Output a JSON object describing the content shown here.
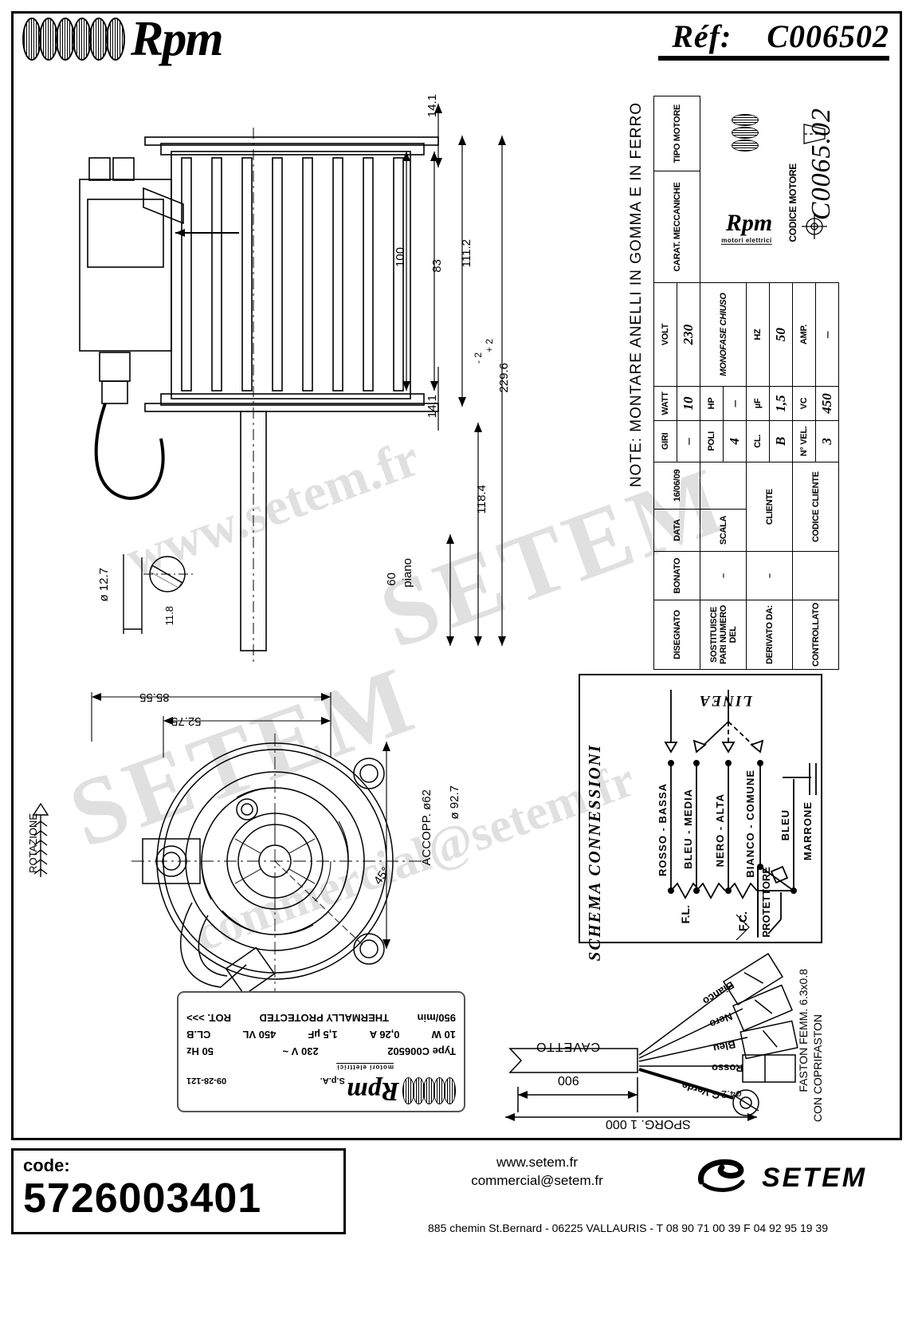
{
  "header": {
    "brand": "Rpm",
    "ref_label": "Réf:",
    "ref_value": "C006502"
  },
  "note": "NOTE: MONTARE ANELLI IN GOMMA E IN FERRO",
  "spec_table": {
    "title_left": "TIPO MOTORE",
    "title_left_sub": "CARAT. MECCANICHE",
    "title_value": "MONOFASE CHIUSO",
    "rows": [
      {
        "l1": "VOLT",
        "v1": "230",
        "l2": "HZ",
        "v2": "50",
        "l3": "AMP.",
        "v3": "–"
      },
      {
        "l1": "WATT",
        "v1": "10",
        "l2": "HP",
        "v2": "–",
        "l3": "µF",
        "v3": "1,5",
        "l4": "VC",
        "v4": "450"
      },
      {
        "l1": "GIRI",
        "v1": "–",
        "l2": "POLI",
        "v2": "4",
        "l3": "CL.",
        "v3": "B",
        "l4": "N° VEL.",
        "v4": "3"
      }
    ],
    "volt": "230",
    "hz": "50",
    "amp": "–",
    "watt": "10",
    "hp": "–",
    "uf": "1,5",
    "vc": "450",
    "giri": "–",
    "poli": "4",
    "cl": "B",
    "nvel": "3",
    "cliente_label": "CLIENTE",
    "codice_cliente_label": "CODICE CLIENTE",
    "codice_motore_label": "CODICE MOTORE",
    "codice_motore_value": "C0065.02",
    "brand_block": {
      "name": "Rpm",
      "sub": "motori elettrici"
    },
    "derivato_label": "DERIVATO DA:",
    "derivato_value": "–",
    "sostituisce_label": "SOSTITUISCE PARI NUMERO DEL",
    "sostituisce_value": "–",
    "data_label": "DATA",
    "data_value": "16/06/09",
    "scala_label": "SCALA",
    "scala_value": "",
    "disegnato_label": "DISEGNATO",
    "disegnato_value": "BONATO",
    "controllato_label": "CONTROLLATO",
    "controllato_value": ""
  },
  "dimensions": {
    "d_14_1_top": "14.1",
    "d_100": "100",
    "d_83": "83",
    "d_111_2": "111.2",
    "d_14_1_bot": "14.1",
    "d_229_6": "229.6",
    "tol_plus": "+ 2",
    "tol_minus": "- 2",
    "d_118_4": "118.4",
    "d_60": "60",
    "piano": "piano",
    "d_12_7": "ø 12.7",
    "d_11_8": "11.8",
    "d_85_55": "85.55",
    "d_52_75": "52.75",
    "d_92_7": "ø 92.7",
    "accopp": "ACCOPP. ø62",
    "angle_45": "45°",
    "rotazione": "ROTAZIONE",
    "cavetto": "CAVETTO",
    "sporg": "SPORG. 1 000",
    "len_900": "900",
    "faston_dim": "ø4.2",
    "faston_note1": "FASTON FEMM. 6.3x0.8",
    "faston_note2": "CON COPRIFASTON"
  },
  "schema": {
    "title": "SCHEMA CONNESSIONI",
    "linea": "LINEA",
    "wires": [
      "ROSSO - BASSA",
      "BLEU - MEDIA",
      "NERO - ALTA",
      "BIANCO - COMUNE"
    ],
    "bleu": "BLEU",
    "marrone": "MARRONE",
    "fl": "F.L.",
    "fc": "F.C.",
    "protettore": "PROTETTORE"
  },
  "cable_leads": [
    "Bianco",
    "Nero",
    "Bleu",
    "Rosso",
    "G.Verde"
  ],
  "nameplate": {
    "brand": "Rpm",
    "brand_suffix": "S.p.A.",
    "brand_sub": "motori elettrici",
    "serial": "09-28-121",
    "type_label": "Type",
    "type_value": "C006502",
    "volt": "230 V ~",
    "hz": "50 Hz",
    "watt": "10 W",
    "amp": "0,26 A",
    "uf": "1,5 µF",
    "vc": "450 VL",
    "cl": "CL.B",
    "rpm": "950/min",
    "thermal": "THERMALLY PROTECTED",
    "rot": "ROT. >>>"
  },
  "footer": {
    "code_label": "code:",
    "code_value": "5726003401",
    "website": "www.setem.fr",
    "email": "commercial@setem.fr",
    "address": "885 chemin St.Bernard  -  06225 VALLAURIS  -  T 08 90 71 00 39   F 04 92 95 19 39",
    "company": "SETEM"
  },
  "watermarks": [
    "www.setem.fr",
    "SETEM",
    "commercial@setem.fr"
  ],
  "colors": {
    "ink": "#000000",
    "watermark": "rgba(0,0,0,0.12)"
  }
}
